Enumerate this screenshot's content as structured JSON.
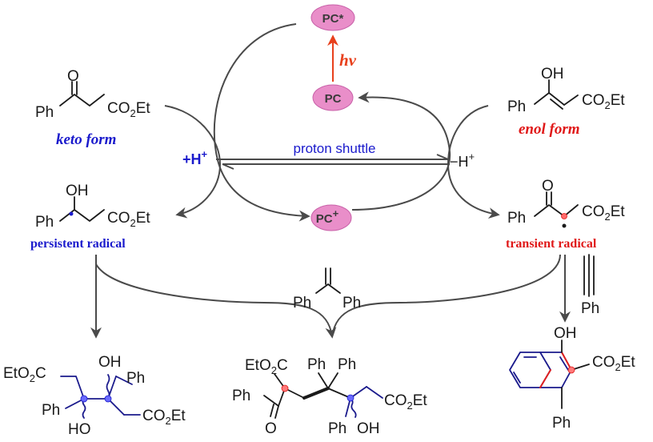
{
  "colors": {
    "pc_fill": "#e98ec9",
    "pc_stroke": "#c860a8",
    "blue": "#1a1acc",
    "red": "#e01818",
    "hv": "#e8401c",
    "arrow": "#4a4a4a",
    "dark_blue": "#1a1a8c"
  },
  "photocatalyst": {
    "excited": "PC*",
    "ground": "PC",
    "oxidized": "PC",
    "oxidized_sup": "+",
    "light": "hv"
  },
  "shuttle": {
    "label": "proton  shuttle",
    "plus_h": "+H",
    "plus_sup": "+",
    "minus_h": "−H",
    "minus_sup": "+"
  },
  "keto": {
    "label": "keto form",
    "o": "O",
    "ph": "Ph",
    "ester_pre": "CO",
    "ester_sub": "2",
    "ester_post": "Et"
  },
  "enol": {
    "label": "enol form",
    "oh": "OH",
    "ph": "Ph",
    "ester_pre": "CO",
    "ester_sub": "2",
    "ester_post": "Et"
  },
  "persistent": {
    "label": "persistent radical",
    "oh": "OH",
    "ph": "Ph",
    "ester_pre": "CO",
    "ester_sub": "2",
    "ester_post": "Et"
  },
  "transient": {
    "label": "transient radical",
    "o": "O",
    "ph": "Ph",
    "ester_pre": "CO",
    "ester_sub": "2",
    "ester_post": "Et"
  },
  "reagents": {
    "diphenylethylene_ph_left": "Ph",
    "diphenylethylene_ph_right": "Ph",
    "alkyne_ph": "Ph"
  },
  "product_dimer": {
    "ester_top_pre": "EtO",
    "ester_top_sub": "2",
    "ester_top_post": "C",
    "oh_top": "OH",
    "ph_top": "Ph",
    "ph_left": "Ph",
    "ho_bottom": "HO",
    "ester_right_pre": "CO",
    "ester_right_sub": "2",
    "ester_right_post": "Et"
  },
  "product_cross": {
    "ester_pre": "EtO",
    "ester_sub": "2",
    "ester_post": "C",
    "ph_ketone": "Ph",
    "o": "O",
    "ph_a": "Ph",
    "ph_b": "Ph",
    "ester_r_pre": "CO",
    "ester_r_sub": "2",
    "ester_r_post": "Et",
    "ph_bottom": "Ph",
    "oh_bottom": "OH"
  },
  "product_naphthol": {
    "oh": "OH",
    "ester_pre": "CO",
    "ester_sub": "2",
    "ester_post": "Et",
    "ph": "Ph"
  }
}
